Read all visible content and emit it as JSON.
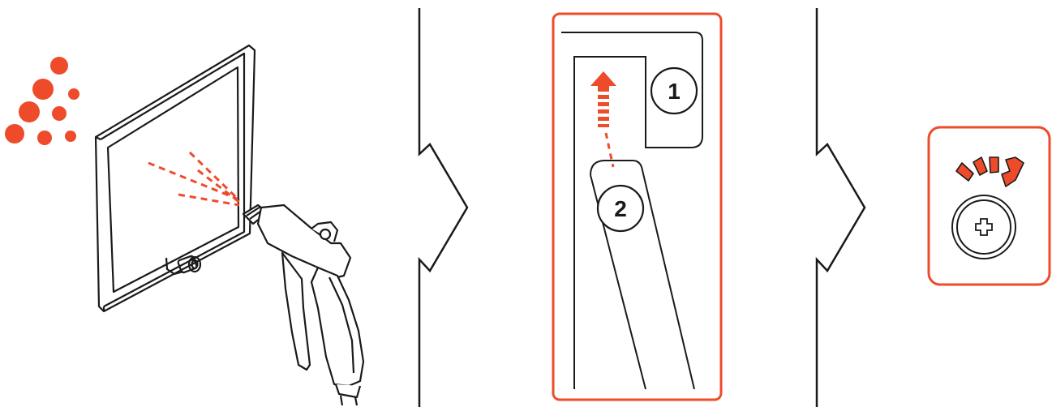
{
  "steps": [
    {
      "name": "blow-out-filter"
    },
    {
      "name": "reinsert-filter"
    },
    {
      "name": "tighten-screw"
    }
  ],
  "callouts": {
    "one": "1",
    "two": "2"
  },
  "colors": {
    "accent": "#EE4B2B",
    "line": "#1a1a1a",
    "background": "#ffffff"
  },
  "icons": [
    "air-particles-icon",
    "air-gun-icon",
    "filter-panel-icon",
    "insert-arrow-icon",
    "tighten-arrow-icon",
    "screw-icon",
    "step-arrow-icon"
  ]
}
